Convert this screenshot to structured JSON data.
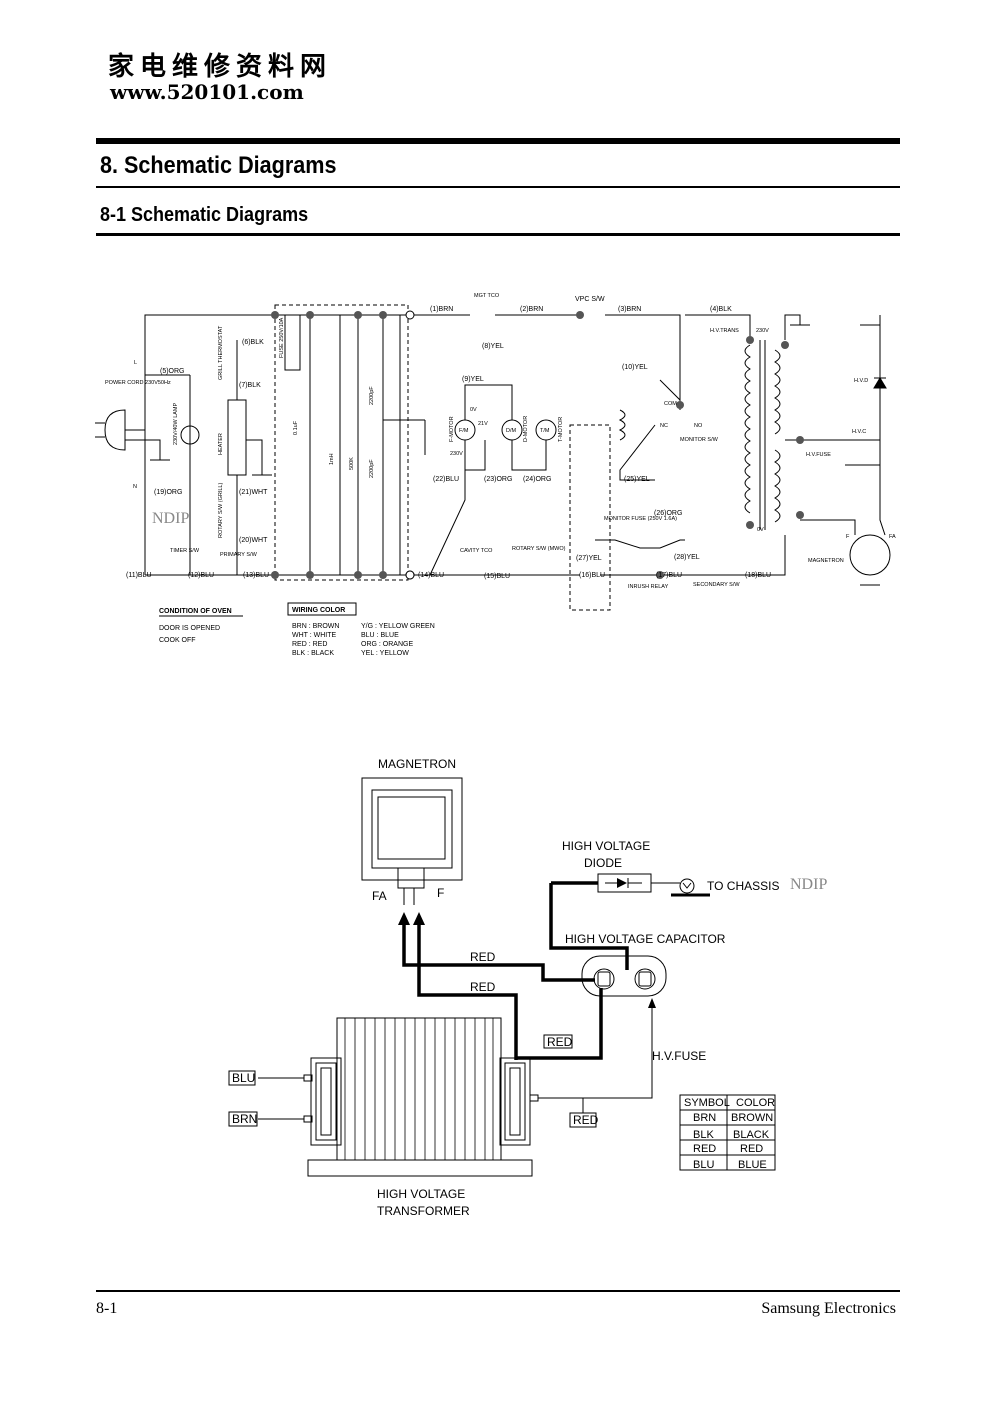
{
  "header": {
    "site_name": "家电维修资料网",
    "site_url": "www.520101.com"
  },
  "title": "8. Schematic Diagrams",
  "subtitle": "8-1 Schematic Diagrams",
  "watermark": "NDIP",
  "schematic": {
    "wires": [
      "(1)BRN",
      "(2)BRN",
      "(3)BRN",
      "(4)BLK",
      "(5)ORG",
      "(6)BLK",
      "(7)BLK",
      "(8)YEL",
      "(9)YEL",
      "(10)YEL",
      "(11)BLU",
      "(12)BLU",
      "(13)BLU",
      "(14)BLU",
      "(15)BLU",
      "(16)BLU",
      "(17)BLU",
      "(18)BLU",
      "(19)ORG",
      "(20)WHT",
      "(21)WHT",
      "(22)BLU",
      "(23)ORG",
      "(24)ORG",
      "(25)YEL",
      "(26)ORG",
      "(27)YEL",
      "(28)YEL"
    ],
    "components": {
      "mgt_tco": "MGT TCO",
      "vpc_sw": "VPC S/W",
      "hv_trans": "H.V.TRANS",
      "v230": "230V",
      "hvd": "H.V.D",
      "hvc": "H.V.C",
      "hv_fuse": "H.V.FUSE",
      "magnetron": "MAGNETRON",
      "f": "F",
      "fa": "FA",
      "power_cord": "POWER CORD 230V50Hz",
      "l": "L",
      "n": "N",
      "grill_thermostat": "GRILL THERMOSTAT",
      "lamp": "230V/40W LAMP",
      "fuse": "FUSE 250V/10A",
      "heater": "HEATER",
      "rotary_sw_grill": "ROTARY S/W (GRILL)",
      "timer_sw": "TIMER S/W",
      "primary_sw": "PRIMARY S/W",
      "cap_01uf": "0.1uF",
      "inductor": "1mH",
      "resistor": "500K",
      "cap_2200a": "2200pF",
      "cap_2200b": "2200pF",
      "f_motor": "F-MOTOR",
      "fm": "F/M",
      "dm": "D/M",
      "d_motor": "D-MOTOR",
      "tm": "T/M",
      "t_motor": "T-MOTOR",
      "v0": "0V",
      "v21": "21V",
      "v230b": "230V",
      "com": "COM",
      "no": "NO",
      "nc": "NC",
      "monitor_sw": "MONITOR S/W",
      "monitor_fuse": "MONITOR FUSE (250V 1.6A)",
      "cavity_tco": "CAVITY TCO",
      "rotary_sw_mwo": "ROTARY S/W (MWO)",
      "inrush_relay": "INRUSH RELAY",
      "secondary_sw": "SECONDARY S/W",
      "ov": "0V"
    },
    "condition_title": "CONDITION OF OVEN",
    "conditions": [
      "DOOR IS OPENED",
      "COOK OFF"
    ],
    "wiring_title": "WIRING COLOR",
    "wiring_col1": [
      "BRN : BROWN",
      "WHT : WHITE",
      "RED : RED",
      "BLK : BLACK"
    ],
    "wiring_col2": [
      "Y/G : YELLOW GREEN",
      "BLU : BLUE",
      "ORG : ORANGE",
      "YEL : YELLOW"
    ]
  },
  "hv_diagram": {
    "magnetron": "MAGNETRON",
    "fa": "FA",
    "f": "F",
    "hv_diode": [
      "HIGH VOLTAGE",
      "DIODE"
    ],
    "to_chassis": "TO CHASSIS",
    "hv_capacitor": "HIGH VOLTAGE CAPACITOR",
    "red1": "RED",
    "red2": "RED",
    "red3": "RED",
    "red4": "RED",
    "hv_fuse": "H.V.FUSE",
    "blu": "BLU",
    "brn": "BRN",
    "transformer": [
      "HIGH VOLTAGE",
      "TRANSFORMER"
    ],
    "legend_headers": [
      "SYMBOL",
      "COLOR"
    ],
    "legend_rows": [
      [
        "BRN",
        "BROWN"
      ],
      [
        "BLK",
        "BLACK"
      ],
      [
        "RED",
        "RED"
      ],
      [
        "BLU",
        "BLUE"
      ]
    ]
  },
  "footer": {
    "page": "8-1",
    "company": "Samsung Electronics"
  }
}
